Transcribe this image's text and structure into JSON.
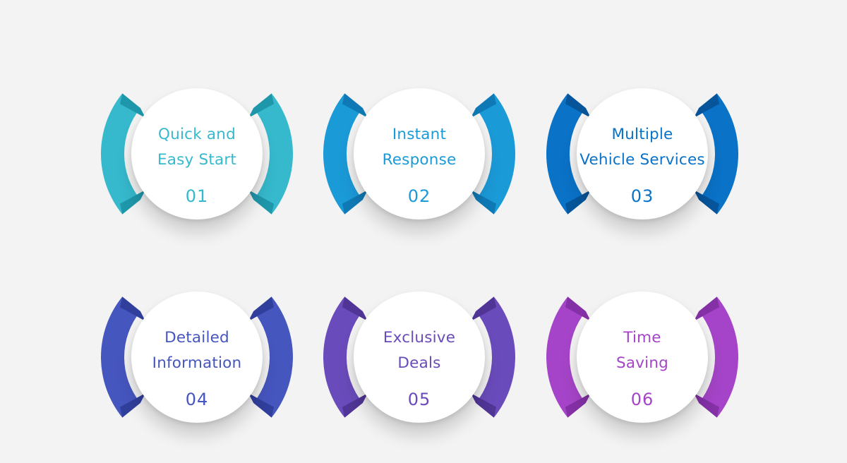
{
  "items": [
    {
      "title_line1": "Quick and",
      "title_line2": "Easy Start",
      "number": "01",
      "color": "#36b9cc",
      "dark": "#1f97aa"
    },
    {
      "title_line1": "Instant",
      "title_line2": "Response",
      "number": "02",
      "color": "#1b9ad8",
      "dark": "#0f79b5"
    },
    {
      "title_line1": "Multiple",
      "title_line2": "Vehicle Services",
      "number": "03",
      "color": "#0a72c7",
      "dark": "#06549a"
    },
    {
      "title_line1": "Detailed",
      "title_line2": "Information",
      "number": "04",
      "color": "#4656bf",
      "dark": "#313f9c"
    },
    {
      "title_line1": "Exclusive",
      "title_line2": "Deals",
      "number": "05",
      "color": "#6a4bbb",
      "dark": "#503596"
    },
    {
      "title_line1": "Time",
      "title_line2": "Saving",
      "number": "06",
      "color": "#a544c8",
      "dark": "#8430a6"
    }
  ]
}
